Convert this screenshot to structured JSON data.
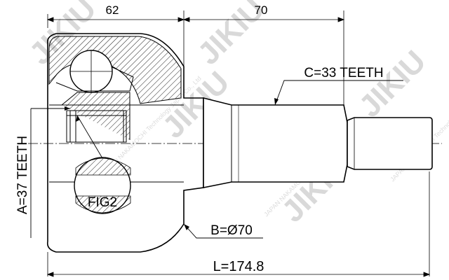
{
  "diagram": {
    "dimensions": {
      "top_left": "62",
      "top_right": "70",
      "overall_length": "L=174.8"
    },
    "labels": {
      "spline_c": "C=33 TEETH",
      "spline_a": "A=37 TEETH",
      "diameter_b": "B=Ø70",
      "figure": "FIG2"
    },
    "watermark": {
      "brand": "JIKIU",
      "line": "JAPAN NAKAMOCHI Technology Japan Co., Ltd"
    },
    "colors": {
      "ink": "#000000",
      "hatch": "#000000",
      "watermark": "#d9d9d9"
    }
  }
}
